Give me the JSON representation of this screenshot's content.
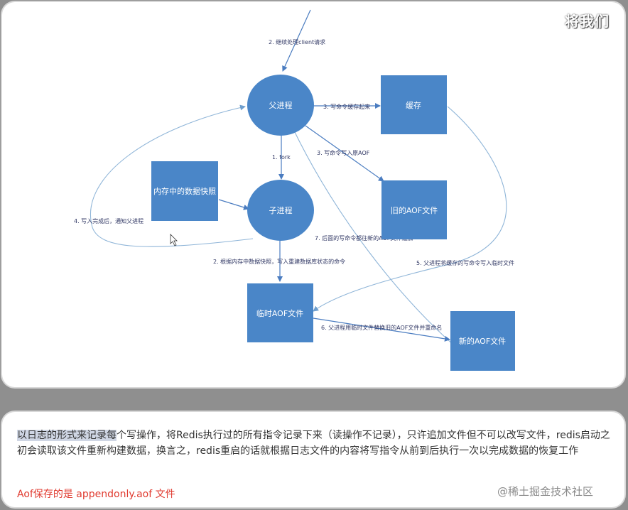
{
  "watermark_top": "将我们",
  "watermark_bottom": "@稀土掘金技术社区",
  "nodes": {
    "parent": "父进程",
    "child": "子进程",
    "cache": "缓存",
    "snapshot": "内存中的数据快照",
    "old_aof": "旧的AOF文件",
    "temp_aof": "临时AOF文件",
    "new_aof": "新的AOF文件"
  },
  "edges": {
    "e2_client": "2. 继续处理client请求",
    "e3_cache": "3. 写命令缓存起来",
    "e3_old_aof": "3. 写命令写入原AOF",
    "e1_fork": "1. fork",
    "e4_done": "4. 写入完成后，通知父进程",
    "e7_append": "7. 后面的写命令都往新的AOF文件追加",
    "e2_snapshot": "2. 根据内存中数据快照，写入重建数据库状态的命令",
    "e5_write_temp": "5. 父进程将缓存的写命令写入临时文件",
    "e6_replace": "6. 父进程用临时文件替换旧的AOF文件并重命名"
  },
  "description": {
    "highlight": "以日志的形式来记录每",
    "rest": "个写操作，将Redis执行过的所有指令记录下来（读操作不记录），只许追加文件但不可以改写文件，redis启动之初会读取该文件重新构建数据，换言之，redis重启的话就根据日志文件的内容将写指令从前到后执行一次以完成数据的恢复工作"
  },
  "note": "Aof保存的是 appendonly.aof 文件",
  "colors": {
    "node_fill": "#4a86c8",
    "edge": "#4a7cc0"
  }
}
